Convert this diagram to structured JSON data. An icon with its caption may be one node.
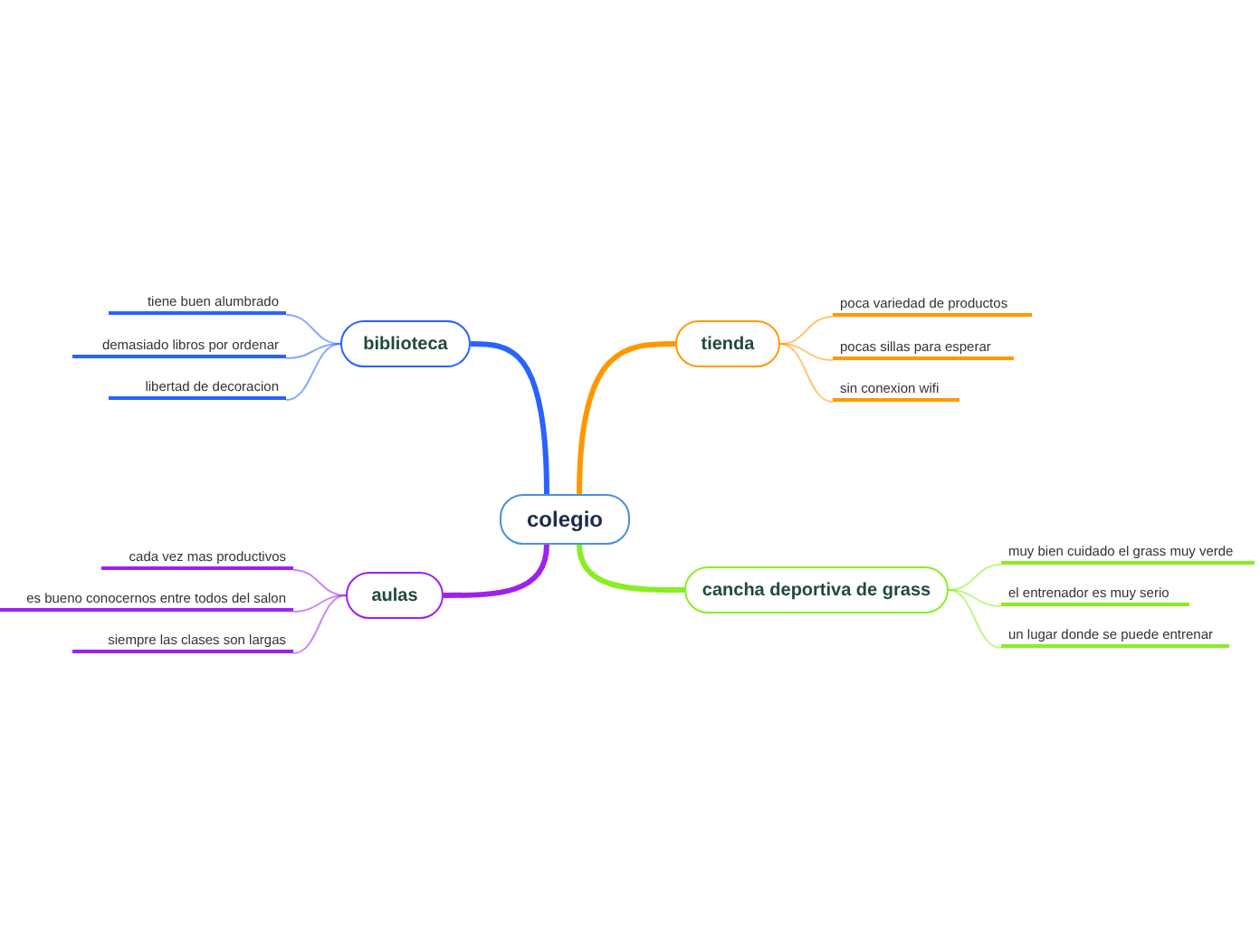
{
  "diagram": {
    "nodes": [
      {
        "text": [
          "colegio"
        ]
      },
      {
        "text": [
          "biblioteca"
        ]
      },
      {
        "text": [
          "tiene buen alumbrado"
        ]
      },
      {
        "text": [
          "demasiado libros por ordenar"
        ]
      },
      {
        "text": [
          "libertad de decoracion"
        ]
      },
      {
        "text": [
          "tienda"
        ]
      },
      {
        "text": [
          "poca variedad de productos"
        ]
      },
      {
        "text": [
          "pocas sillas para esperar"
        ]
      },
      {
        "text": [
          "sin conexion wifi"
        ]
      },
      {
        "text": [
          "aulas"
        ]
      },
      {
        "text": [
          "cada vez mas productivos"
        ]
      },
      {
        "text": [
          "es bueno conocernos entre todos del salon"
        ]
      },
      {
        "text": [
          "siempre las clases son largas"
        ]
      },
      {
        "text": [
          "cancha deportiva de grass"
        ]
      },
      {
        "text": [
          "muy bien cuidado el grass muy verde"
        ]
      },
      {
        "text": [
          "el entrenador es muy serio"
        ]
      },
      {
        "text": [
          "un lugar donde se puede entrenar"
        ]
      }
    ],
    "edges": [
      {
        "from": 0,
        "to": 1,
        "arrow": "none",
        "style": "thick",
        "color": "#2962ff"
      },
      {
        "from": 1,
        "to": 2,
        "arrow": "none",
        "color": "#2962ff"
      },
      {
        "from": 1,
        "to": 3,
        "arrow": "none",
        "color": "#2962ff"
      },
      {
        "from": 1,
        "to": 4,
        "arrow": "none",
        "color": "#2962ff"
      },
      {
        "from": 0,
        "to": 5,
        "arrow": "none",
        "style": "thick",
        "color": "#ff9800"
      },
      {
        "from": 5,
        "to": 6,
        "arrow": "none",
        "color": "#ff9800"
      },
      {
        "from": 5,
        "to": 7,
        "arrow": "none",
        "color": "#ff9800"
      },
      {
        "from": 5,
        "to": 8,
        "arrow": "none",
        "color": "#ff9800"
      },
      {
        "from": 0,
        "to": 9,
        "arrow": "none",
        "style": "thick",
        "color": "#a020f0"
      },
      {
        "from": 9,
        "to": 10,
        "arrow": "none",
        "color": "#a020f0"
      },
      {
        "from": 9,
        "to": 11,
        "arrow": "none",
        "color": "#a020f0"
      },
      {
        "from": 9,
        "to": 12,
        "arrow": "none",
        "color": "#a020f0"
      },
      {
        "from": 0,
        "to": 13,
        "arrow": "none",
        "style": "thick",
        "color": "#88ee22"
      },
      {
        "from": 13,
        "to": 14,
        "arrow": "none",
        "color": "#88ee22"
      },
      {
        "from": 13,
        "to": 15,
        "arrow": "none",
        "color": "#88ee22"
      },
      {
        "from": 13,
        "to": 16,
        "arrow": "none",
        "color": "#88ee22"
      }
    ]
  }
}
